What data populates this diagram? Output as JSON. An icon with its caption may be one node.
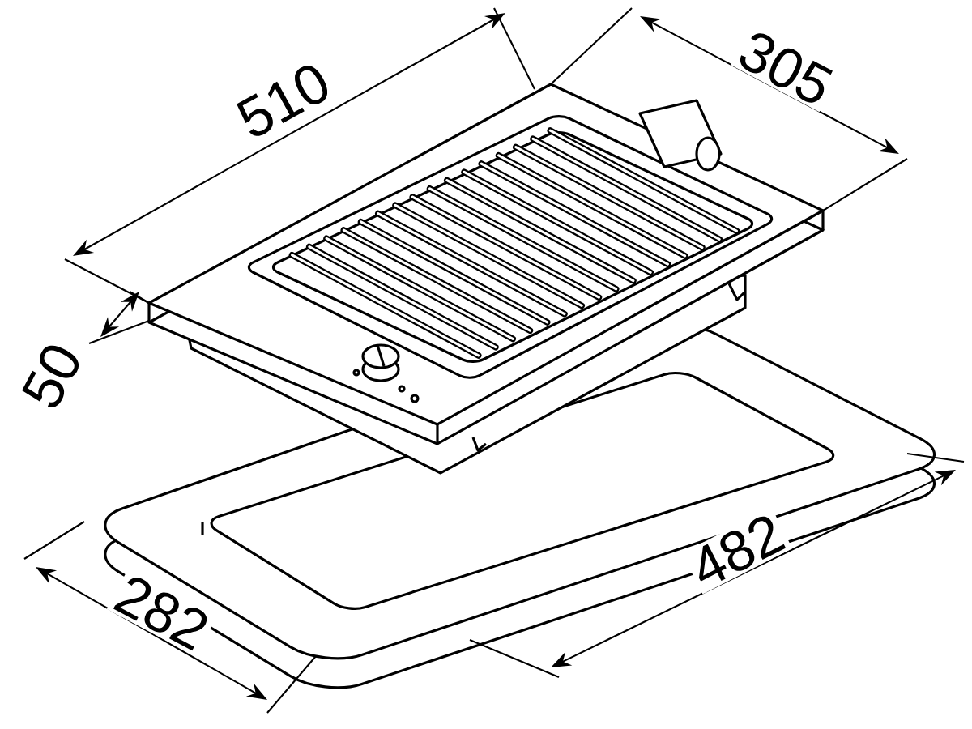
{
  "diagram": {
    "labels": [
      "510",
      "305",
      "50",
      "282",
      "482"
    ]
  }
}
